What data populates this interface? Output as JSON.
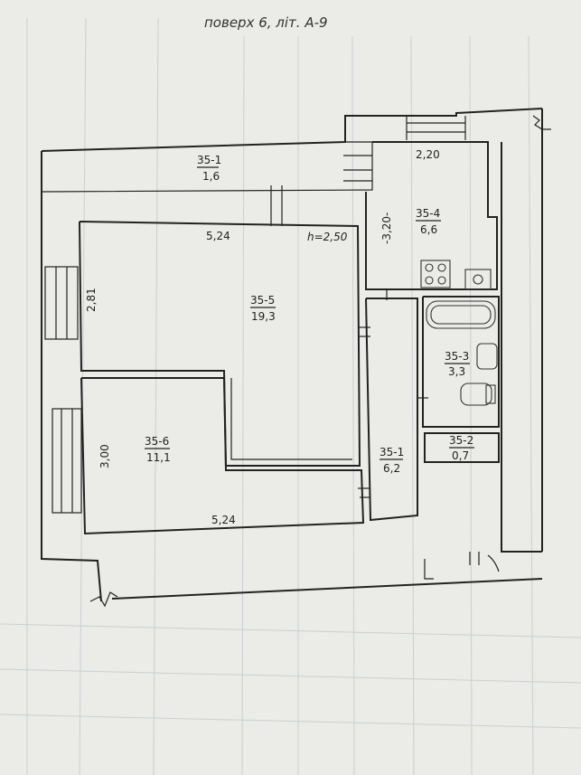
{
  "title": "поверх 6,  літ. А-9",
  "rooms": [
    {
      "id": "35-1",
      "area": "1,6"
    },
    {
      "id": "35-4",
      "area": "6,6"
    },
    {
      "id": "35-5",
      "area": "19,3"
    },
    {
      "id": "35-3",
      "area": "3,3"
    },
    {
      "id": "35-6",
      "area": "11,1"
    },
    {
      "id": "35-1",
      "area": "6,2"
    },
    {
      "id": "35-2",
      "area": "0,7"
    }
  ],
  "dimensions": {
    "kitchen_width": "2,20",
    "kitchen_length": "-3,20-",
    "living_width": "5,24",
    "ceiling_height": "h=2,50",
    "living_depth": "2,81",
    "bedroom_depth": "3,00",
    "bedroom_width": "5,24"
  }
}
